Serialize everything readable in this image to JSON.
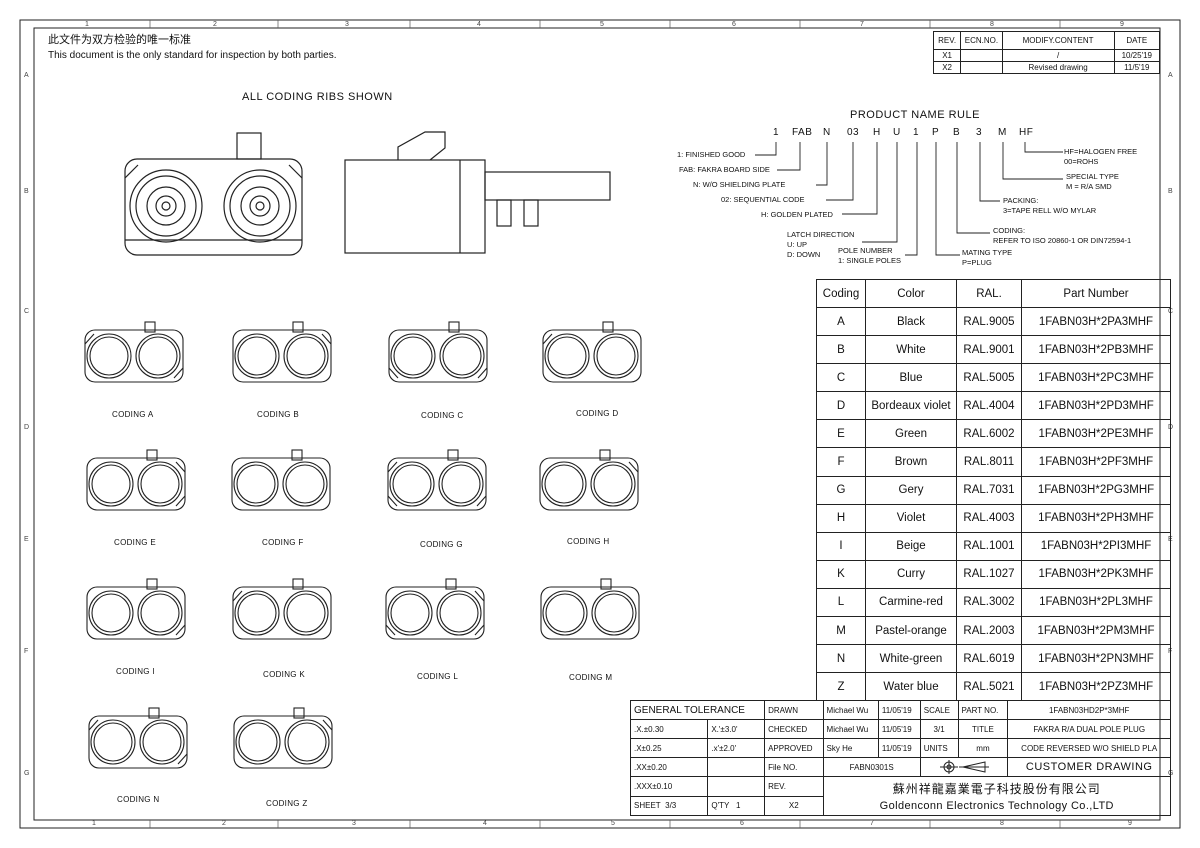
{
  "frame": {
    "top_numbers": [
      "1",
      "2",
      "3",
      "4",
      "5",
      "6",
      "7",
      "8",
      "9"
    ],
    "side_letters": [
      "A",
      "B",
      "C",
      "D",
      "E",
      "F",
      "G"
    ]
  },
  "header": {
    "cn": "此文件为双方检验的唯一标准",
    "en": "This document is the only standard for inspection by both parties."
  },
  "revision": {
    "headers": [
      "REV.",
      "ECN.NO.",
      "MODIFY.CONTENT",
      "DATE"
    ],
    "rows": [
      {
        "rev": "X1",
        "ecn": "",
        "content": "/",
        "date": "10/25'19"
      },
      {
        "rev": "X2",
        "ecn": "",
        "content": "Revised drawing",
        "date": "11/5'19"
      }
    ]
  },
  "main_view_title": "ALL CODING RIBS SHOWN",
  "name_rule": {
    "title": "PRODUCT NAME RULE",
    "codes": [
      "1",
      "FAB",
      "N",
      "03",
      "H",
      "U",
      "1",
      "P",
      "B",
      "3",
      "M",
      "HF"
    ],
    "left_notes": [
      "1: FINISHED GOOD",
      "FAB: FAKRA BOARD SIDE",
      "N: W/O SHIELDING PLATE",
      "02: SEQUENTIAL CODE",
      "H: GOLDEN PLATED",
      "LATCH DIRECTION",
      "U: UP",
      "D: DOWN",
      "POLE NUMBER",
      "1: SINGLE POLES"
    ],
    "right_notes": [
      "HF=HALOGEN FREE",
      "00=ROHS",
      "SPECIAL TYPE",
      "M = R/A SMD",
      "PACKING:",
      "3=TAPE RELL W/O MYLAR",
      "CODING:",
      "REFER TO ISO 20860-1 OR DIN72594-1",
      "MATING TYPE",
      "P=PLUG"
    ]
  },
  "coding_views": [
    "CODING A",
    "CODING B",
    "CODING C",
    "CODING D",
    "CODING E",
    "CODING F",
    "CODING G",
    "CODING H",
    "CODING I",
    "CODING K",
    "CODING L",
    "CODING M",
    "CODING N",
    "CODING Z"
  ],
  "coding_table": {
    "headers": [
      "Coding",
      "Color",
      "RAL.",
      "Part Number"
    ],
    "rows": [
      [
        "A",
        "Black",
        "RAL.9005",
        "1FABN03H*2PA3MHF"
      ],
      [
        "B",
        "White",
        "RAL.9001",
        "1FABN03H*2PB3MHF"
      ],
      [
        "C",
        "Blue",
        "RAL.5005",
        "1FABN03H*2PC3MHF"
      ],
      [
        "D",
        "Bordeaux violet",
        "RAL.4004",
        "1FABN03H*2PD3MHF"
      ],
      [
        "E",
        "Green",
        "RAL.6002",
        "1FABN03H*2PE3MHF"
      ],
      [
        "F",
        "Brown",
        "RAL.8011",
        "1FABN03H*2PF3MHF"
      ],
      [
        "G",
        "Gery",
        "RAL.7031",
        "1FABN03H*2PG3MHF"
      ],
      [
        "H",
        "Violet",
        "RAL.4003",
        "1FABN03H*2PH3MHF"
      ],
      [
        "I",
        "Beige",
        "RAL.1001",
        "1FABN03H*2PI3MHF"
      ],
      [
        "K",
        "Curry",
        "RAL.1027",
        "1FABN03H*2PK3MHF"
      ],
      [
        "L",
        "Carmine-red",
        "RAL.3002",
        "1FABN03H*2PL3MHF"
      ],
      [
        "M",
        "Pastel-orange",
        "RAL.2003",
        "1FABN03H*2PM3MHF"
      ],
      [
        "N",
        "White-green",
        "RAL.6019",
        "1FABN03H*2PN3MHF"
      ],
      [
        "Z",
        "Water blue",
        "RAL.5021",
        "1FABN03H*2PZ3MHF"
      ]
    ]
  },
  "title_block": {
    "general_tolerance": "GENERAL TOLERANCE",
    "tol": [
      ".X.±0.30",
      "X.'±3.0'",
      ".X±0.25",
      ".x'±2.0'",
      ".XX±0.20",
      ".XXX±0.10"
    ],
    "drawn_label": "DRAWN",
    "drawn_name": "Michael Wu",
    "drawn_date": "11/05'19",
    "checked_label": "CHECKED",
    "checked_name": "Michael Wu",
    "checked_date": "11/05'19",
    "approved_label": "APPROVED",
    "approved_name": "Sky He",
    "approved_date": "11/05'19",
    "scale_label": "SCALE",
    "scale": "3/1",
    "units_label": "UNITS",
    "units": "mm",
    "title_label": "TITLE",
    "part_no_label": "PART NO.",
    "part_no": "1FABN03HD2P*3MHF",
    "title_line1": "FAKRA R/A DUAL POLE PLUG",
    "title_line2": "CODE REVERSED W/O SHIELD PLA",
    "file_no_label": "File NO.",
    "file_no": "FABN0301S",
    "customer_drawing": "CUSTOMER DRAWING",
    "rev_label": "REV.",
    "rev": "X2",
    "sheet_label": "SHEET",
    "sheet": "3/3",
    "qty_label": "Q'TY",
    "qty": "1",
    "company_cn": "蘇州祥龍嘉業電子科技股份有限公司",
    "company_en": "Goldenconn Electronics Technology Co.,LTD"
  }
}
